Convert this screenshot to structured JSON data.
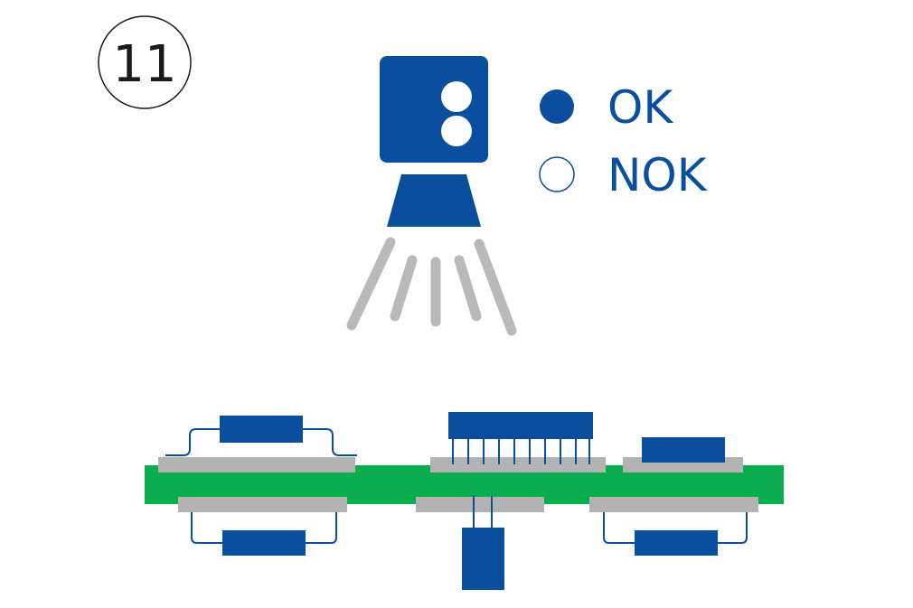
{
  "step": {
    "number": "11"
  },
  "legend": {
    "items": [
      {
        "label": "OK",
        "state": "filled"
      },
      {
        "label": "NOK",
        "state": "hollow"
      }
    ]
  },
  "colors": {
    "brand_blue": "#0a4f9e",
    "board_green": "#0aad4e",
    "pad_gray": "#b3b3b3",
    "beam_gray": "#b9b9b9",
    "outline": "#1a1a1a"
  },
  "icons": [
    "inspection-camera-icon",
    "light-beam-icon",
    "pcb-board-icon"
  ]
}
